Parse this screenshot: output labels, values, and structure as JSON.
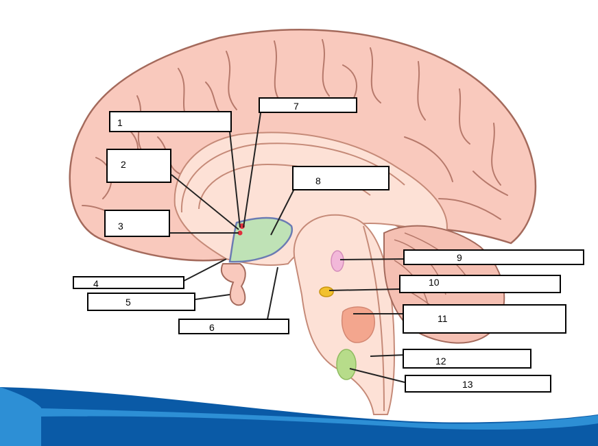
{
  "labels": [
    "1",
    "2",
    "3",
    "4",
    "5",
    "6",
    "7",
    "8",
    "9",
    "10",
    "11",
    "12",
    "13"
  ],
  "colors": {
    "cortex": "#f9c9bd",
    "cortex_stroke": "#a46a5c",
    "inner": "#fde1d6",
    "thalamus": "#bfe2b6",
    "thalamus_stroke": "#6b7bb3",
    "pineal_dot": "#e0303d",
    "spot_pink": "#f2b8d9",
    "spot_yellow": "#f2c12e",
    "spot_salmon": "#f3a68e",
    "spot_green": "#b7dc8a",
    "wave_dark": "#0a5aa6",
    "wave_light": "#2d8fd5",
    "leader": "#222222"
  }
}
